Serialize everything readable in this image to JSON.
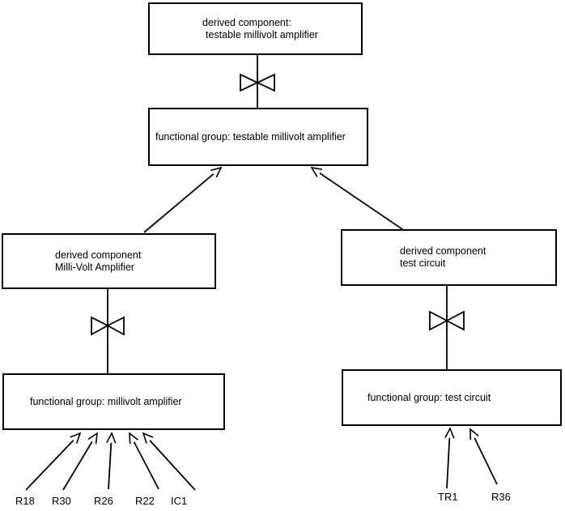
{
  "diagram": {
    "title_implicit": "component decomposition hierarchy",
    "colors": {
      "line": "#000000",
      "background": "#ffffff",
      "box_fill": "#ffffff"
    },
    "boxes": {
      "derived_testable": {
        "line1": "derived component:",
        "line2": "testable millivolt amplifier"
      },
      "fg_testable": {
        "label": "functional group: testable millivolt amplifier"
      },
      "derived_mv": {
        "line1": "derived component",
        "line2": "Milli-Volt Amplifier"
      },
      "fg_mv": {
        "label": "functional group: millivolt amplifier"
      },
      "derived_tc": {
        "line1": "derived component",
        "line2": "test circuit"
      },
      "fg_tc": {
        "label": "functional group: test circuit"
      }
    },
    "leaves": {
      "left": [
        "R18",
        "R30",
        "R26",
        "R22",
        "IC1"
      ],
      "right": [
        "TR1",
        "R36"
      ]
    }
  }
}
